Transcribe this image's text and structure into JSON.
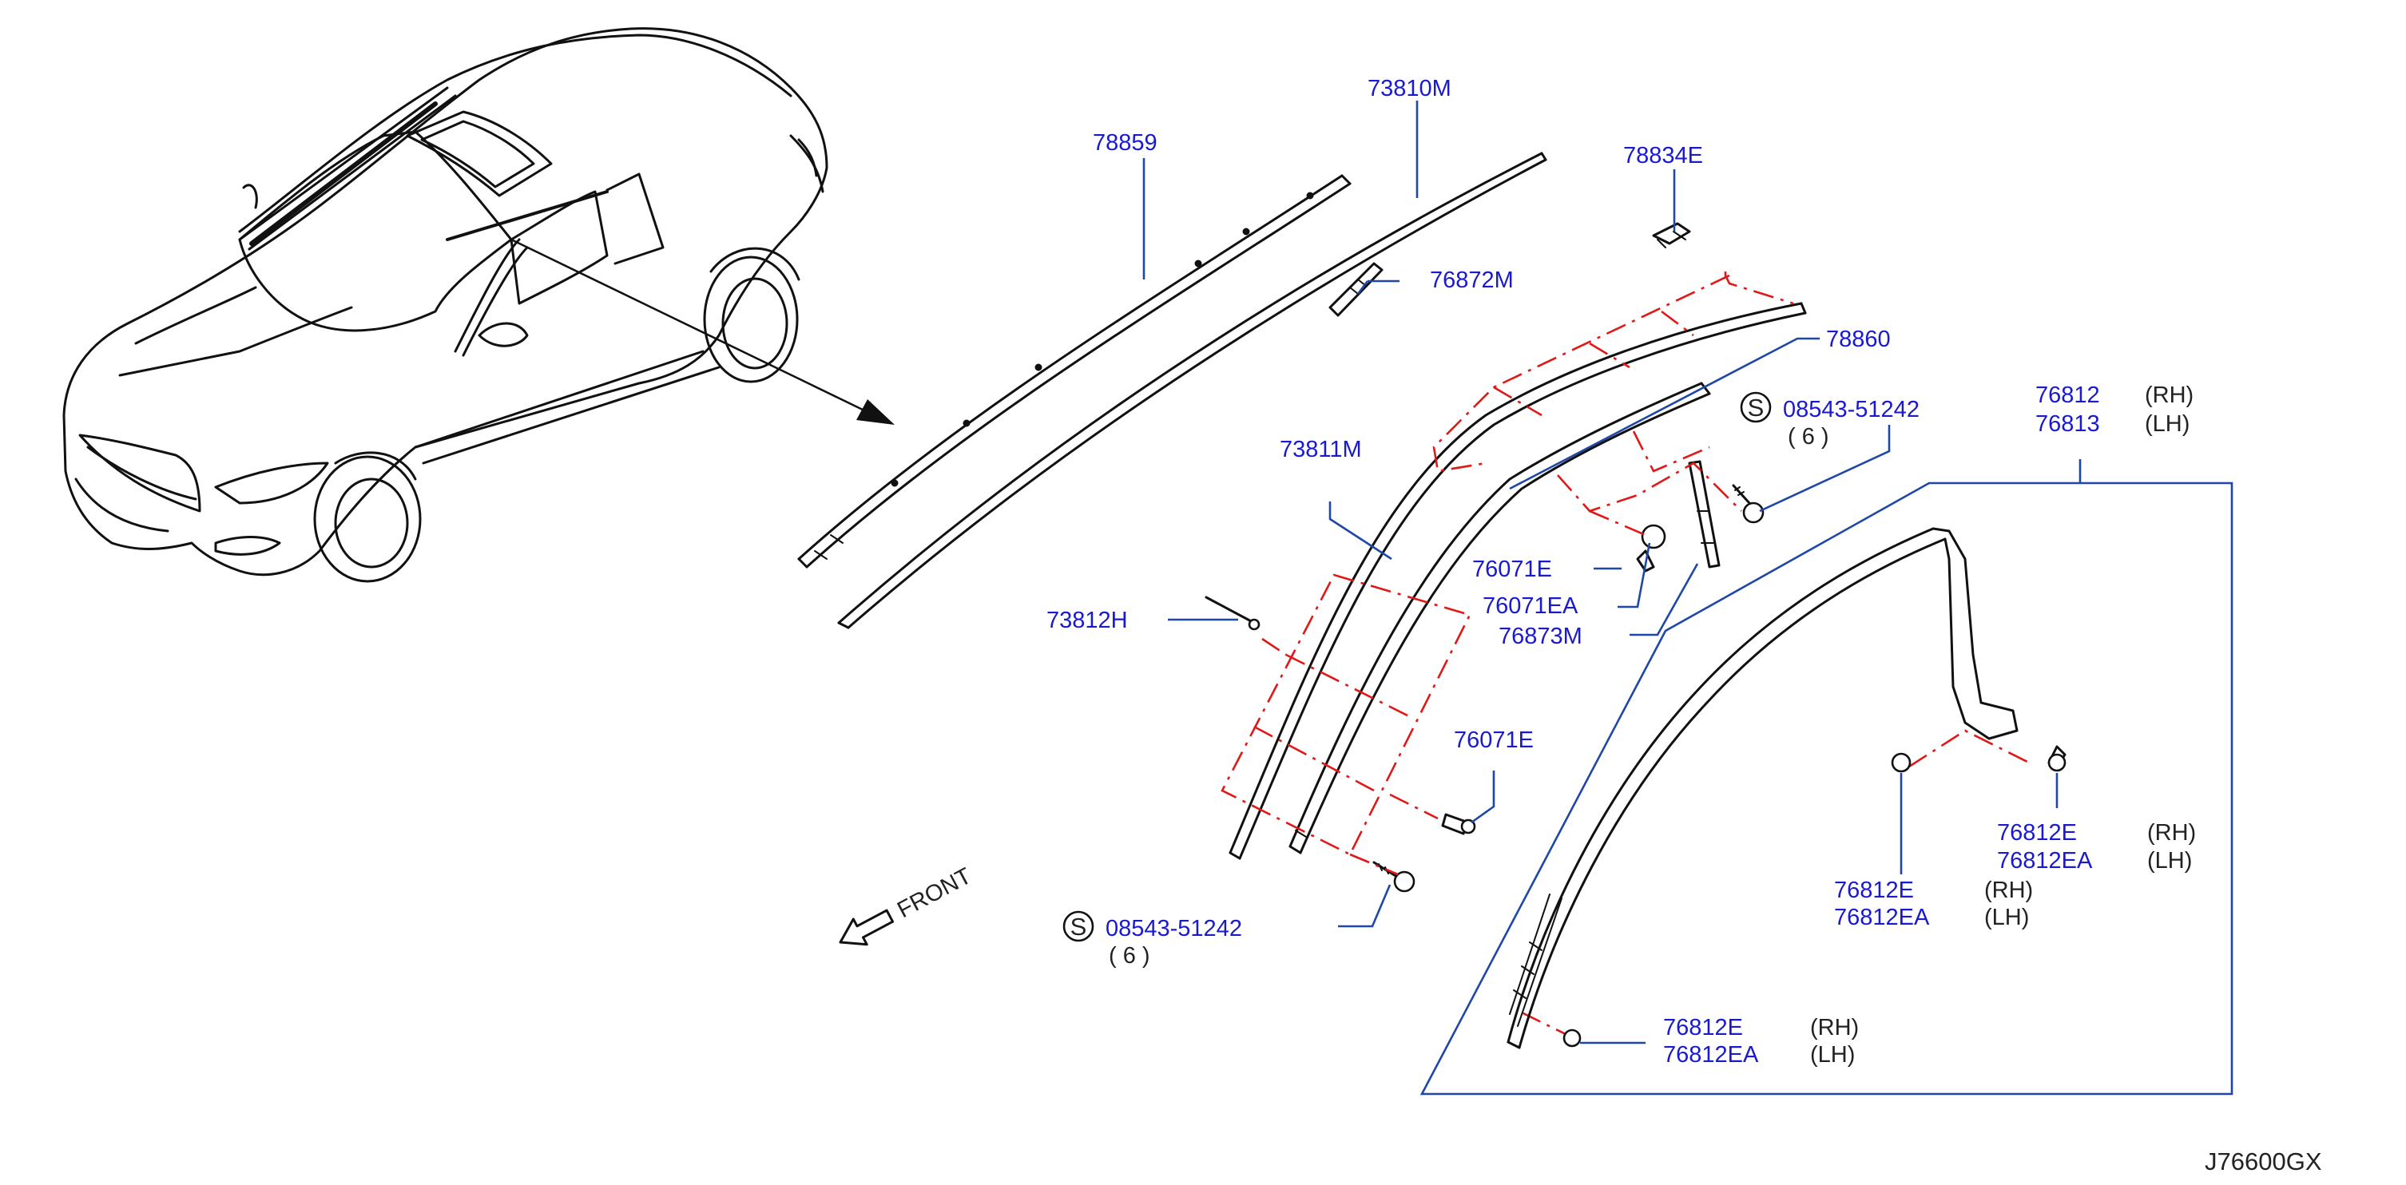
{
  "diagram_id": "J76600GX",
  "front_label": "FRONT",
  "symbols": {
    "standard_part": "S"
  },
  "labels": {
    "p78859": "78859",
    "p73810M": "73810M",
    "p78834E": "78834E",
    "p76872M": "76872M",
    "p78860": "78860",
    "p73811M": "73811M",
    "p76071E_a": "76071E",
    "p76071EA": "76071EA",
    "p76873M": "76873M",
    "p73812H": "73812H",
    "p76071E_b": "76071E",
    "screw_top_part": "08543-51242",
    "screw_top_qty": "( 6 )",
    "screw_bottom_part": "08543-51242",
    "screw_bottom_qty": "( 6 )",
    "p76812": "76812",
    "p76812_side": "(RH)",
    "p76813": "76813",
    "p76813_side": "(LH)",
    "clip_right_rh": "76812E",
    "clip_right_rh_side": "(RH)",
    "clip_right_lh": "76812EA",
    "clip_right_lh_side": "(LH)",
    "clip_mid_rh": "76812E",
    "clip_mid_rh_side": "(RH)",
    "clip_mid_lh": "76812EA",
    "clip_mid_lh_side": "(LH)",
    "clip_bottom_rh": "76812E",
    "clip_bottom_rh_side": "(RH)",
    "clip_bottom_lh": "76812EA",
    "clip_bottom_lh_side": "(LH)"
  },
  "colors": {
    "label_blue": "#1a1acd",
    "leader_blue": "#1f47a8",
    "dash_red": "#e01818",
    "line_black": "#111111"
  }
}
